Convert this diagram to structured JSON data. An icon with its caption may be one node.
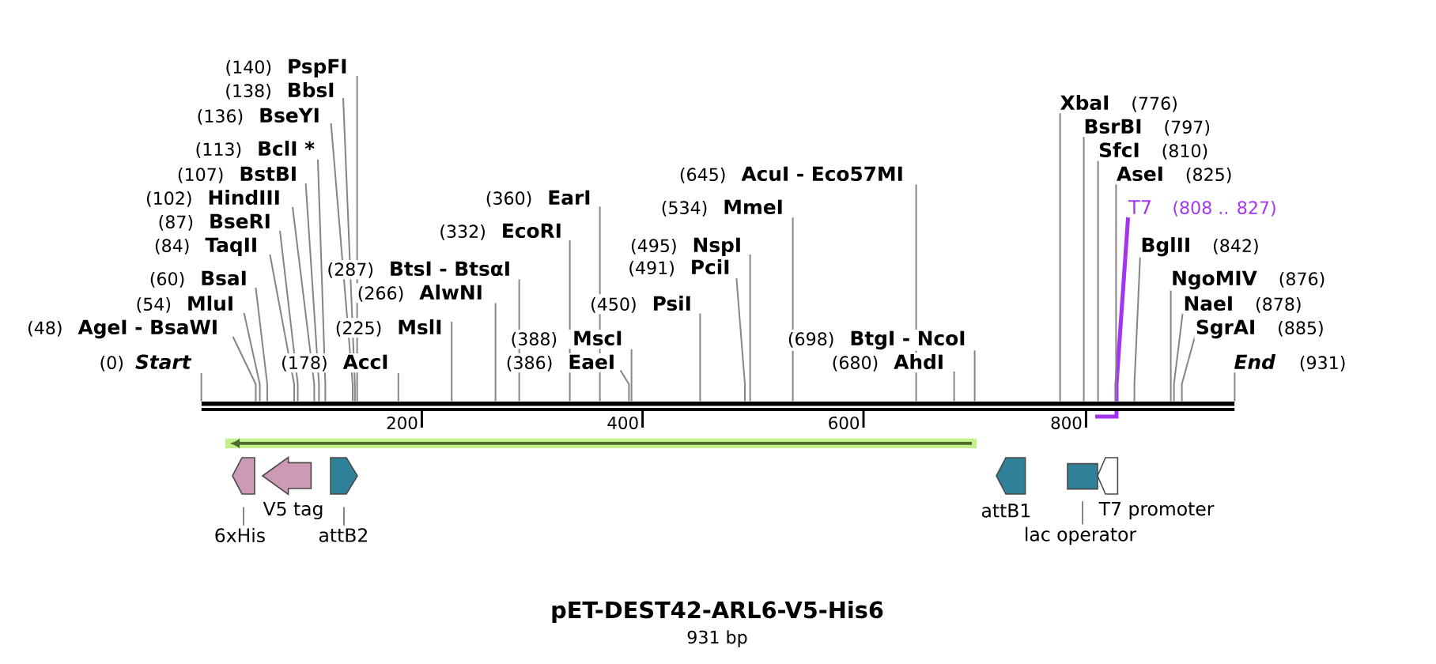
{
  "diagram": {
    "title": "pET-DEST42-ARL6-V5-His6",
    "caption": "931 bp",
    "nodes": [
      {
        "text": [
          "(0)",
          "Start"
        ]
      },
      {
        "text": [
          "(48)",
          "AgeI - BsaWI"
        ]
      },
      {
        "text": [
          "(54)",
          "MluI"
        ]
      },
      {
        "text": [
          "(60)",
          "BsaI"
        ]
      },
      {
        "text": [
          "(84)",
          "TaqII"
        ]
      },
      {
        "text": [
          "(87)",
          "BseRI"
        ]
      },
      {
        "text": [
          "(102)",
          "HindIII"
        ]
      },
      {
        "text": [
          "(107)",
          "BstBI"
        ]
      },
      {
        "text": [
          "(113)",
          "BclI *"
        ]
      },
      {
        "text": [
          "(136)",
          "BseYI"
        ]
      },
      {
        "text": [
          "(138)",
          "BbsI"
        ]
      },
      {
        "text": [
          "(140)",
          "PspFI"
        ]
      },
      {
        "text": [
          "(178)",
          "AccI"
        ]
      },
      {
        "text": [
          "(225)",
          "MslI"
        ]
      },
      {
        "text": [
          "(266)",
          "AlwNI"
        ]
      },
      {
        "text": [
          "(287)",
          "BtsI - BtsαI"
        ]
      },
      {
        "text": [
          "(332)",
          "EcoRI"
        ]
      },
      {
        "text": [
          "(360)",
          "EarI"
        ]
      },
      {
        "text": [
          "(386)",
          "EaeI"
        ]
      },
      {
        "text": [
          "(388)",
          "MscI"
        ]
      },
      {
        "text": [
          "(450)",
          "PsiI"
        ]
      },
      {
        "text": [
          "(491)",
          "PciI"
        ]
      },
      {
        "text": [
          "(495)",
          "NspI"
        ]
      },
      {
        "text": [
          "(534)",
          "MmeI"
        ]
      },
      {
        "text": [
          "(645)",
          "AcuI - Eco57MI"
        ]
      },
      {
        "text": [
          "(680)",
          "AhdI"
        ]
      },
      {
        "text": [
          "(698)",
          "BtgI - NcoI"
        ]
      },
      {
        "text": [
          "XbaI",
          "(776)"
        ]
      },
      {
        "text": [
          "BsrBI",
          "(797)"
        ]
      },
      {
        "text": [
          "T7",
          "(808 .. 827)"
        ]
      },
      {
        "text": [
          "SfcI",
          "(810)"
        ]
      },
      {
        "text": [
          "AseI",
          "(825)"
        ]
      },
      {
        "text": [
          "BglII",
          "(842)"
        ]
      },
      {
        "text": [
          "NgoMIV",
          "(876)"
        ]
      },
      {
        "text": [
          "NaeI",
          "(878)"
        ]
      },
      {
        "text": [
          "SgrAI",
          "(885)"
        ]
      },
      {
        "text": [
          "End",
          "(931)"
        ]
      },
      {
        "text": [],
        "shape": "bar"
      },
      {
        "text": [],
        "shape": "pentagon"
      },
      {
        "text": [
          "6xHis"
        ]
      },
      {
        "text": [
          "V5 tag"
        ]
      },
      {
        "text": [],
        "shape": "pentagon"
      },
      {
        "text": [
          "attB2"
        ]
      },
      {
        "text": [
          "attB1"
        ]
      },
      {
        "text": [],
        "shape": "box"
      },
      {
        "text": [
          "lac operator"
        ]
      },
      {
        "text": [
          "T7 promoter"
        ]
      }
    ],
    "edges": [
      {
        "from": 0,
        "to": 37,
        "arrow": "none"
      },
      {
        "from": 1,
        "to": 37,
        "arrow": "none"
      },
      {
        "from": 2,
        "to": 37,
        "arrow": "none"
      },
      {
        "from": 3,
        "to": 37,
        "arrow": "none"
      },
      {
        "from": 4,
        "to": 37,
        "arrow": "none"
      },
      {
        "from": 5,
        "to": 37,
        "arrow": "none"
      },
      {
        "from": 6,
        "to": 37,
        "arrow": "none"
      },
      {
        "from": 7,
        "to": 37,
        "arrow": "none"
      },
      {
        "from": 8,
        "to": 37,
        "arrow": "none"
      },
      {
        "from": 9,
        "to": 37,
        "arrow": "none"
      },
      {
        "from": 10,
        "to": 37,
        "arrow": "none"
      },
      {
        "from": 11,
        "to": 37,
        "arrow": "none"
      },
      {
        "from": 12,
        "to": 37,
        "arrow": "none"
      },
      {
        "from": 13,
        "to": 37,
        "arrow": "none"
      },
      {
        "from": 14,
        "to": 37,
        "arrow": "none"
      },
      {
        "from": 15,
        "to": 37,
        "arrow": "none"
      },
      {
        "from": 16,
        "to": 37,
        "arrow": "none"
      },
      {
        "from": 17,
        "to": 37,
        "arrow": "none"
      },
      {
        "from": 18,
        "to": 37,
        "arrow": "none"
      },
      {
        "from": 19,
        "to": 37,
        "arrow": "none"
      },
      {
        "from": 20,
        "to": 37,
        "arrow": "none"
      },
      {
        "from": 21,
        "to": 37,
        "arrow": "none"
      },
      {
        "from": 22,
        "to": 37,
        "arrow": "none"
      },
      {
        "from": 23,
        "to": 37,
        "arrow": "none"
      },
      {
        "from": 24,
        "to": 37,
        "arrow": "none"
      },
      {
        "from": 25,
        "to": 37,
        "arrow": "none"
      },
      {
        "from": 26,
        "to": 37,
        "arrow": "none"
      },
      {
        "from": 27,
        "to": 37,
        "arrow": "none"
      },
      {
        "from": 28,
        "to": 37,
        "arrow": "none"
      },
      {
        "from": 29,
        "to": 37,
        "arrow": "none",
        "style": "thick",
        "color": "#a335f0"
      },
      {
        "from": 30,
        "to": 37,
        "arrow": "none"
      },
      {
        "from": 31,
        "to": 37,
        "arrow": "none"
      },
      {
        "from": 32,
        "to": 37,
        "arrow": "none"
      },
      {
        "from": 33,
        "to": 37,
        "arrow": "none"
      },
      {
        "from": 34,
        "to": 37,
        "arrow": "none"
      },
      {
        "from": 35,
        "to": 37,
        "arrow": "none"
      },
      {
        "from": 36,
        "to": 37,
        "arrow": "none"
      },
      {
        "from": 39,
        "to": 38,
        "arrow": "none"
      },
      {
        "from": 42,
        "to": 41,
        "arrow": "none"
      },
      {
        "from": 45,
        "to": 44,
        "arrow": "none"
      }
    ],
    "labels": [
      "200",
      "400",
      "600",
      "800"
    ]
  }
}
